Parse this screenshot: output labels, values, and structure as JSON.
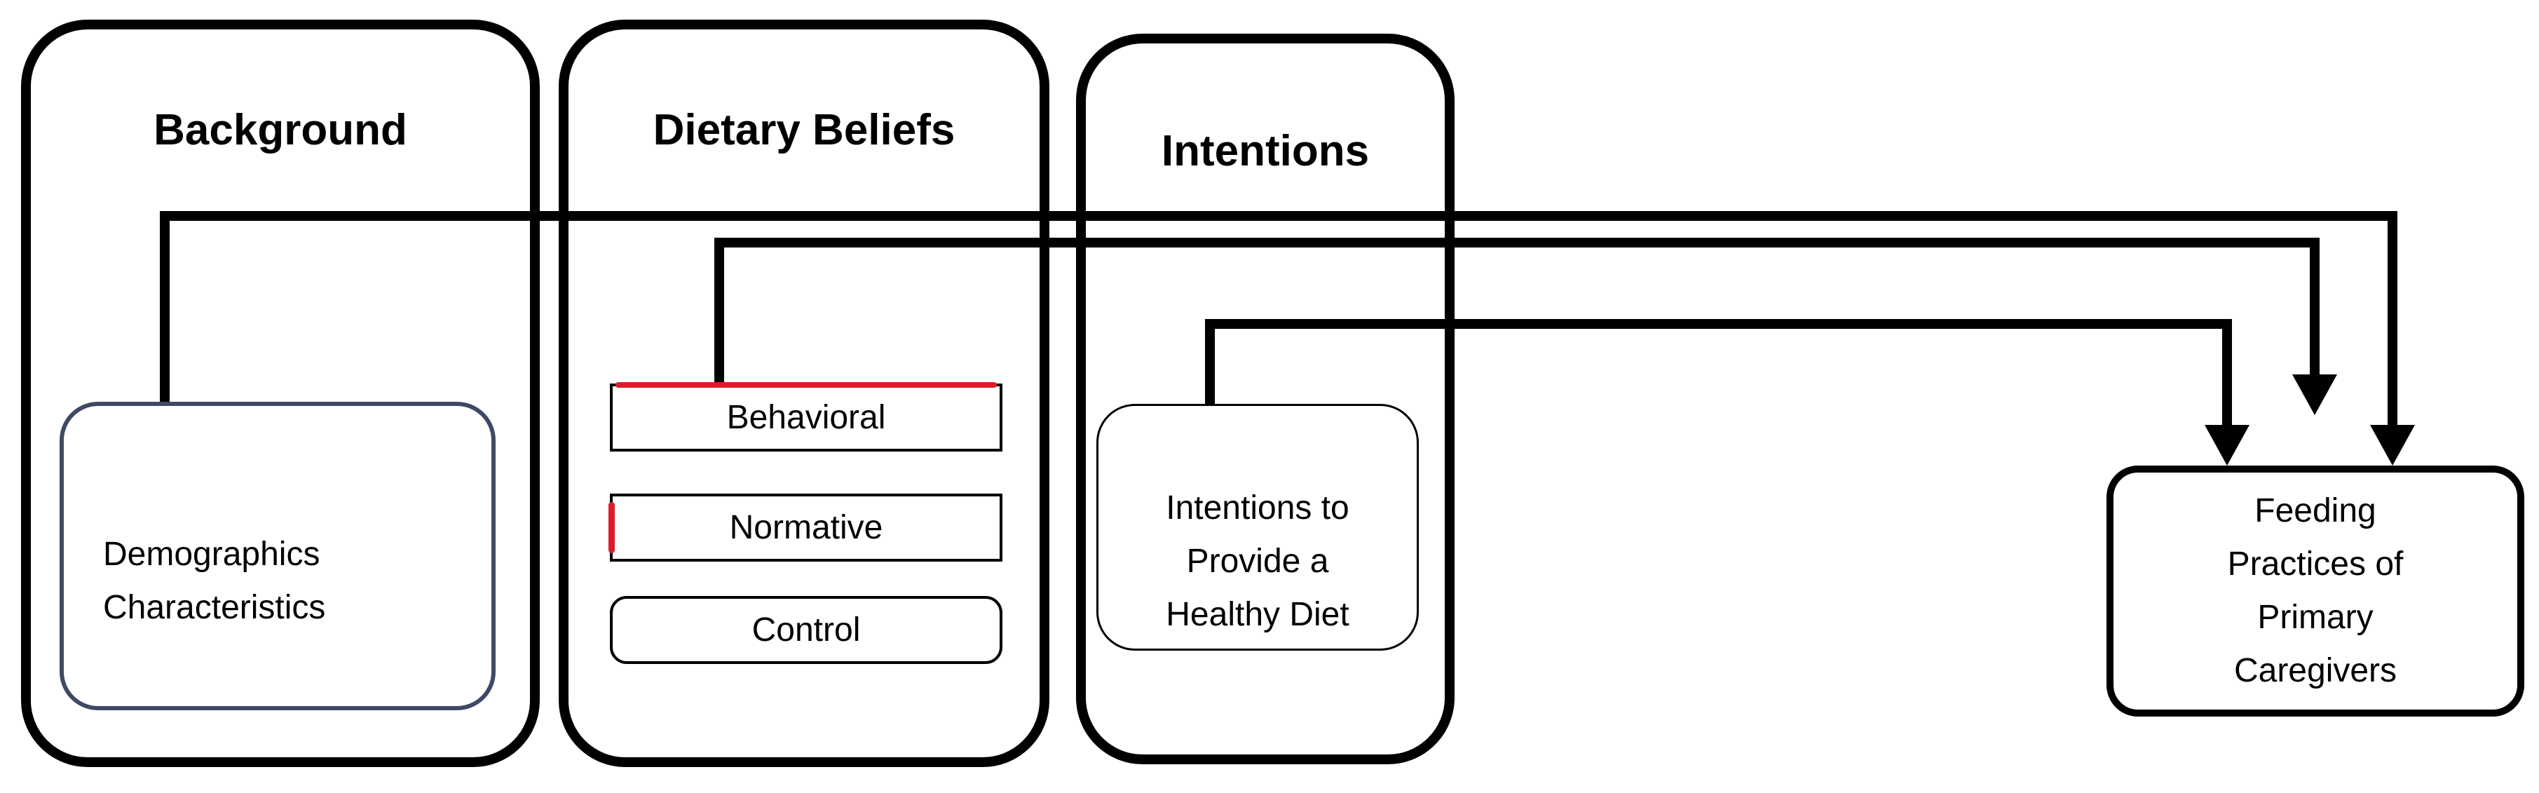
{
  "diagram": {
    "containers": {
      "background": {
        "title": "Background"
      },
      "dietary_beliefs": {
        "title": "Dietary Beliefs",
        "items": [
          {
            "label": "Behavioral",
            "accent": "red-top-edge"
          },
          {
            "label": "Normative",
            "accent": "red-left-edge"
          },
          {
            "label": "Control",
            "accent": "none"
          }
        ]
      },
      "intentions": {
        "title": "Intentions"
      }
    },
    "nodes": {
      "demographics": {
        "lines": [
          "Demographics",
          "Characteristics"
        ],
        "label": "Demographics Characteristics"
      },
      "intentions_box": {
        "lines": [
          "Intentions to",
          "Provide a",
          "Healthy Diet"
        ],
        "label": "Intentions to Provide a Healthy Diet"
      },
      "feeding": {
        "lines": [
          "Feeding",
          "Practices of",
          "Primary",
          "Caregivers"
        ],
        "label": "Feeding Practices of Primary Caregivers"
      }
    },
    "edges": [
      {
        "from": "Demographics Characteristics",
        "to": "Feeding Practices of Primary Caregivers"
      },
      {
        "from": "Behavioral",
        "to": "Feeding Practices of Primary Caregivers"
      },
      {
        "from": "Intentions to Provide a Healthy Diet",
        "to": "Feeding Practices of Primary Caregivers"
      }
    ],
    "colors": {
      "line": "#000000",
      "demographics_border": "#3e4a64",
      "accent_red": "#de1b2a",
      "background": "#ffffff"
    }
  }
}
